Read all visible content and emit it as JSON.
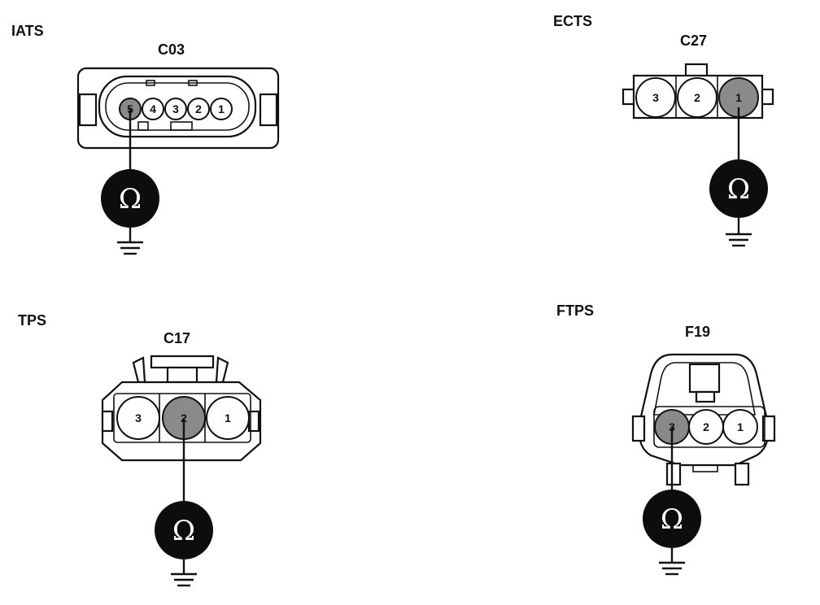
{
  "sensors": [
    {
      "name": "IATS",
      "connector": "C03",
      "pins": [
        "5",
        "4",
        "3",
        "2",
        "1"
      ]
    },
    {
      "name": "ECTS",
      "connector": "C27",
      "pins": [
        "3",
        "2",
        "1"
      ]
    },
    {
      "name": "TPS",
      "connector": "C17",
      "pins": [
        "3",
        "2",
        "1"
      ]
    },
    {
      "name": "FTPS",
      "connector": "F19",
      "pins": [
        "3",
        "2",
        "1"
      ]
    }
  ],
  "meter_symbol": "Ω",
  "colors": {
    "ink": "#111111",
    "probe_pin": "#8a8a8a",
    "meter": "#0d0d0d"
  },
  "icons": [
    "ohmmeter-icon",
    "ground-icon"
  ]
}
